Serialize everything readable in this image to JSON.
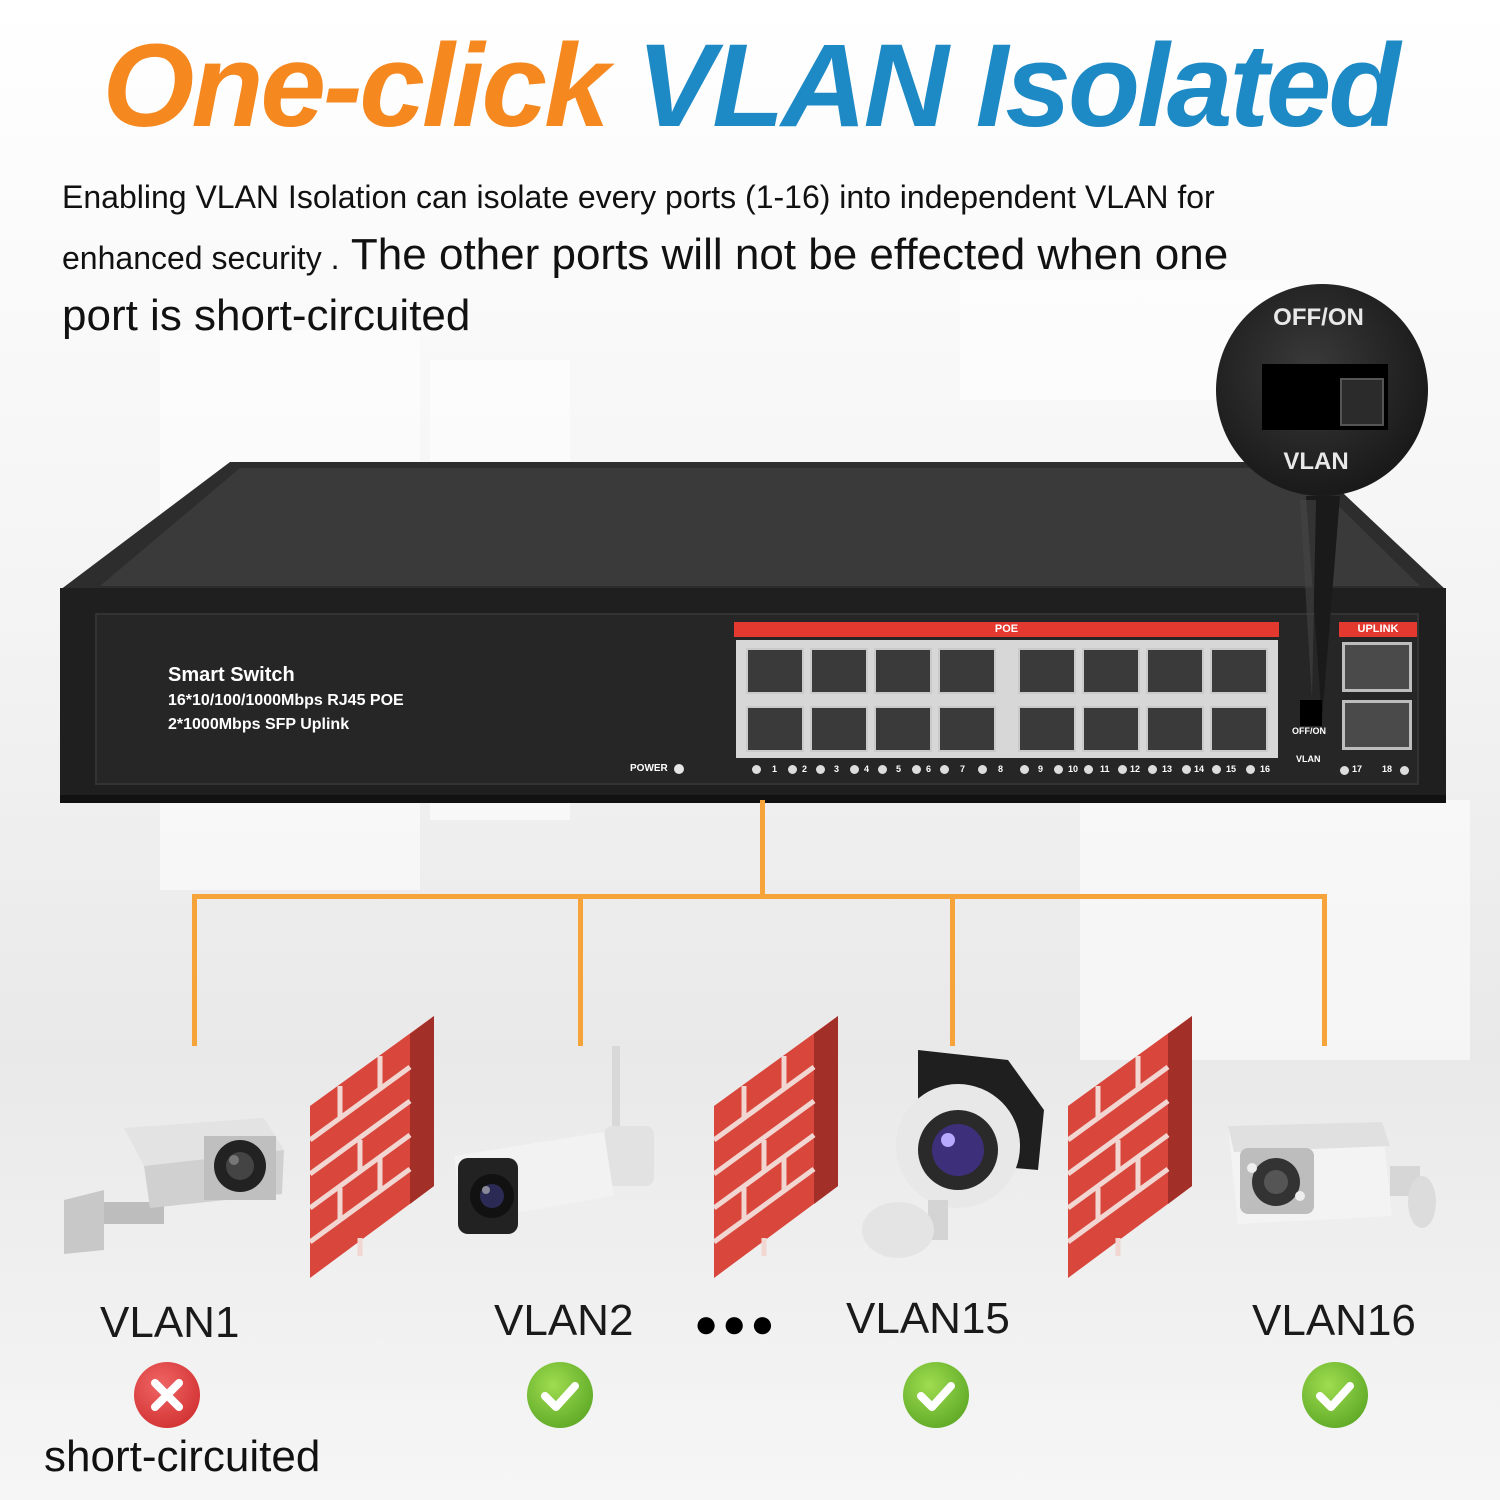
{
  "headline": {
    "part1": "One-click",
    "part2": "VLAN Isolated"
  },
  "description": {
    "line1": "Enabling VLAN Isolation can isolate every ports (1-16) into independent VLAN for",
    "line2_small": "enhanced security .",
    "line2_big": " The other ports will not be effected when one",
    "line3": "port is short-circuited"
  },
  "callout": {
    "top_label": "OFF/ON",
    "bottom_label": "VLAN"
  },
  "switch": {
    "title": "Smart Switch",
    "spec1": "16*10/100/1000Mbps RJ45 POE",
    "spec2": "2*1000Mbps SFP Uplink",
    "poe_label": "POE",
    "uplink_label": "UPLINK",
    "power_label": "POWER",
    "switch_top_label": "OFF/ON",
    "switch_bottom_label": "VLAN",
    "port_numbers": [
      "1",
      "2",
      "3",
      "4",
      "5",
      "6",
      "7",
      "8",
      "9",
      "10",
      "11",
      "12",
      "13",
      "14",
      "15",
      "16"
    ],
    "uplink_numbers": [
      "17",
      "18"
    ]
  },
  "devices": [
    {
      "label": "VLAN1",
      "status": "fail",
      "status_icon": "x-circle-icon"
    },
    {
      "label": "VLAN2",
      "status": "ok",
      "status_icon": "check-circle-icon"
    },
    {
      "label": "VLAN15",
      "status": "ok",
      "status_icon": "check-circle-icon"
    },
    {
      "label": "VLAN16",
      "status": "ok",
      "status_icon": "check-circle-icon"
    }
  ],
  "ellipsis": "●●●",
  "short_label": "short-circuited",
  "colors": {
    "orange": "#f5881f",
    "blue": "#1e8ac5",
    "wire": "#f6a43a",
    "brick": "#d9463b",
    "red_bar": "#e4392f"
  }
}
